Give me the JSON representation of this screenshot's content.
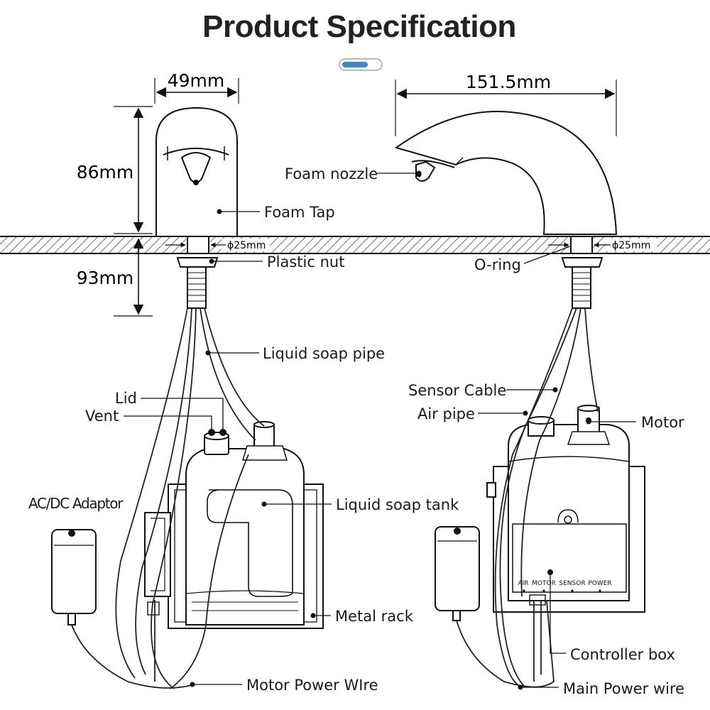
{
  "title": "Product Specification",
  "dimensions": {
    "foam_tap_width": "49mm",
    "foam_tap_height": "86mm",
    "below_counter": "93mm",
    "faucet_reach": "151.5mm",
    "hole_left": "ϕ25mm",
    "hole_right": "ϕ25mm"
  },
  "labels": {
    "foam_nozzle": "Foam nozzle",
    "foam_tap": "Foam Tap",
    "plastic_nut": "Plastic nut",
    "o_ring": "O-ring",
    "liquid_soap_pipe": "Liquid soap pipe",
    "lid": "Lid",
    "vent": "Vent",
    "ac_dc_adaptor": "AC/DC Adaptor",
    "liquid_soap_tank": "Liquid soap tank",
    "metal_rack": "Metal rack",
    "motor_power_wire": "Motor Power WIre",
    "sensor_cable": "Sensor Cable",
    "air_pipe": "Air pipe",
    "motor": "Motor",
    "controller_box": "Controller box",
    "main_power_wire": "Main Power wire"
  },
  "controller_ports": {
    "air": "AIR",
    "motor": "MOTOR",
    "sensor": "SENSOR",
    "power": "POWER"
  },
  "colors": {
    "line": "#1a1a1a",
    "slider_fill": "#4a86b8"
  }
}
